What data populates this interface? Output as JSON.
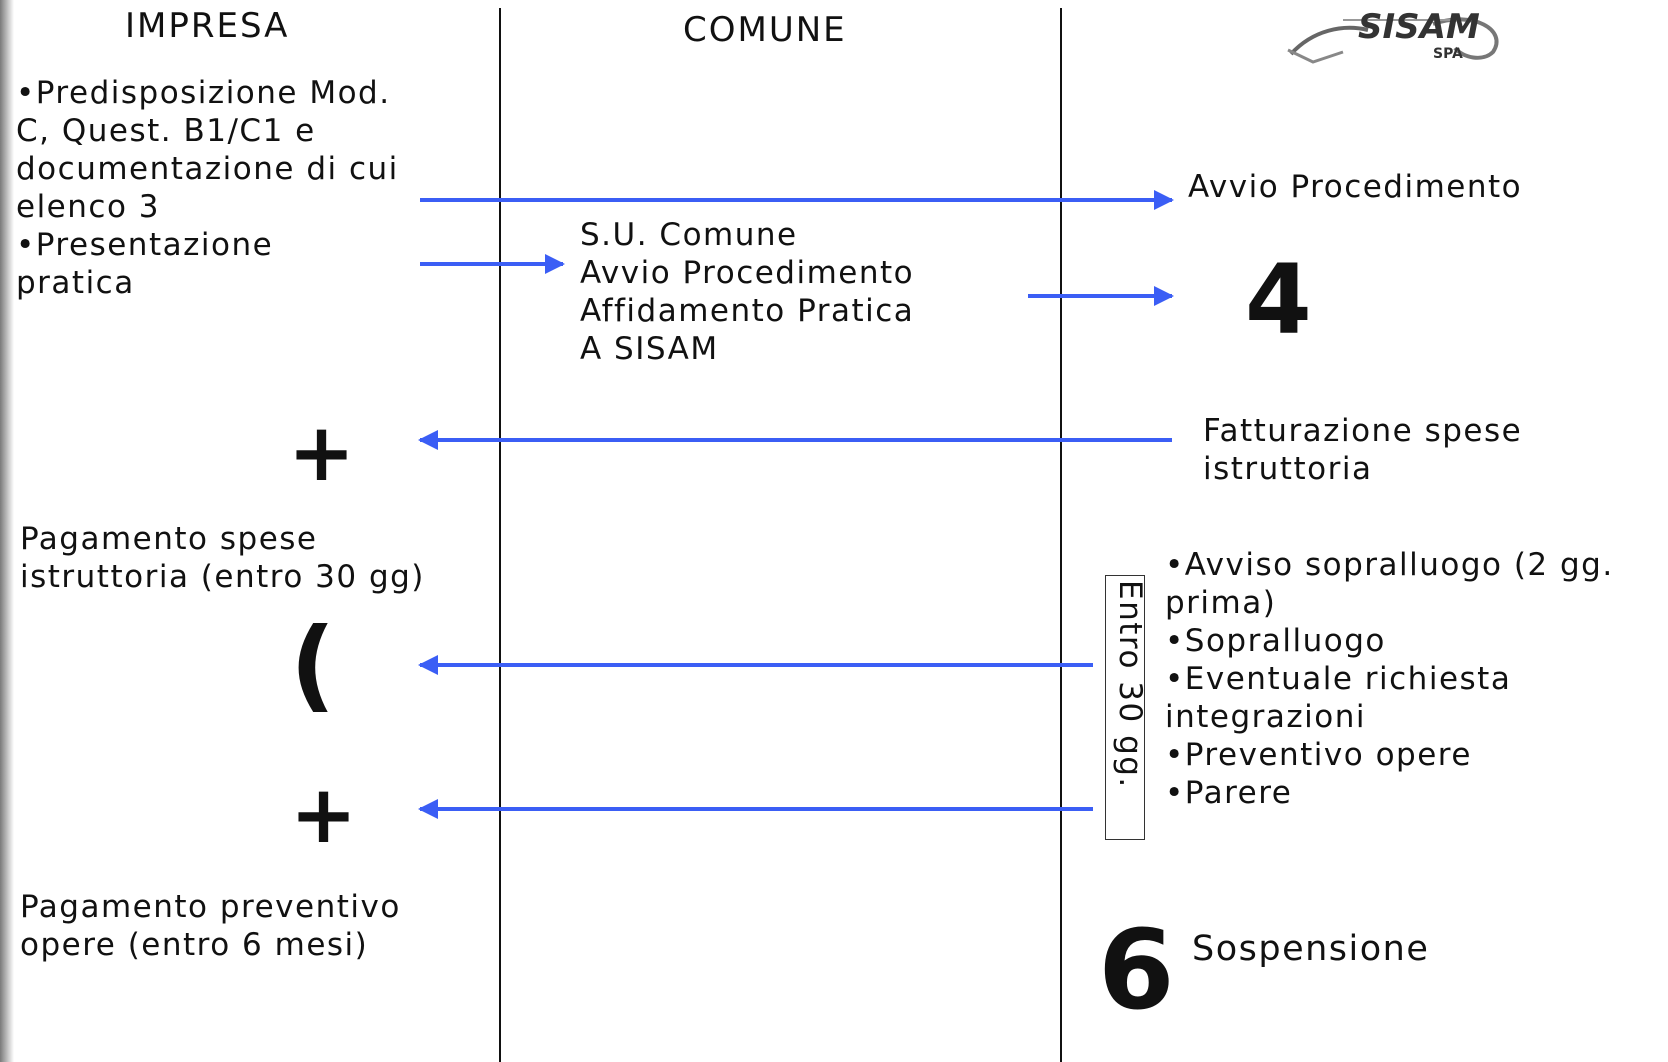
{
  "columns": {
    "impresa": "IMPRESA",
    "comune": "COMUNE"
  },
  "logo": {
    "text": "SISAM",
    "sub": "SPA"
  },
  "impresa": {
    "steps": [
      "•Predisposizione Mod.",
      "C, Quest. B1/C1 e",
      "documentazione di cui",
      "elenco 3",
      "•Presentazione",
      "pratica"
    ],
    "payment_fees": [
      "Pagamento spese",
      "istruttoria (entro 30 gg)"
    ],
    "payment_works": [
      "Pagamento preventivo",
      "opere (entro 6 mesi)"
    ]
  },
  "comune": {
    "steps": [
      "S.U. Comune",
      "Avvio Procedimento",
      "Affidamento Pratica",
      "A SISAM"
    ]
  },
  "sisam": {
    "start": "Avvio Procedimento",
    "invoice": [
      "Fatturazione spese",
      "istruttoria"
    ],
    "activities": [
      "•Avviso sopralluogo (2 gg.",
      "prima)",
      "•Sopralluogo",
      "•Eventuale richiesta",
      "integrazioni",
      "•Preventivo opere",
      "•Parere"
    ],
    "deadline": "Entro 30 gg.",
    "suspension": "Sospensione"
  },
  "symbols": {
    "four": "4",
    "plus_one": "+",
    "paren": "(",
    "plus_two": "+",
    "six": "6"
  },
  "colors": {
    "arrow": "#3b5ef5",
    "line": "#111111"
  }
}
